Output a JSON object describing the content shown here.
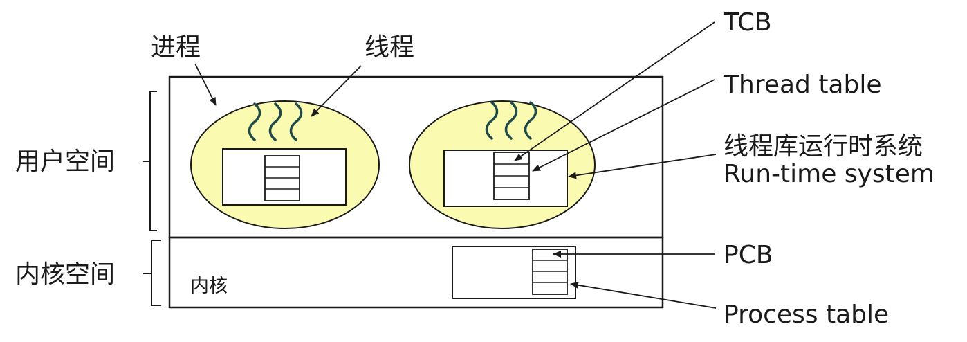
{
  "labels": {
    "process": "进程",
    "thread": "线程",
    "user_space": "用户空间",
    "kernel_space": "内核空间",
    "kernel": "内核",
    "tcb": "TCB",
    "thread_table": "Thread table",
    "runtime_cn": "线程库运行时系统",
    "runtime_en": "Run-time system",
    "pcb": "PCB",
    "process_table": "Process table"
  },
  "colors": {
    "process_fill": "#fafab0",
    "stroke": "#1a1a1a",
    "thread_wave": "#1f4a4a"
  }
}
